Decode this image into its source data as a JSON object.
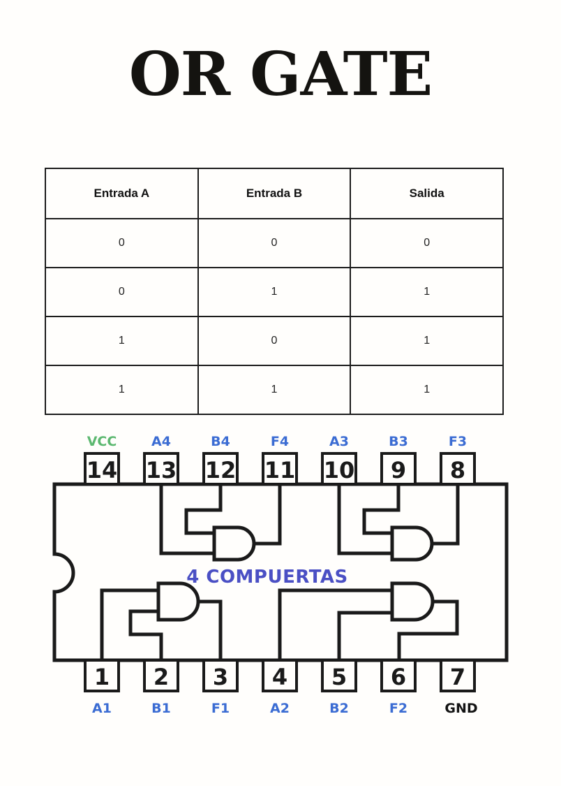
{
  "page": {
    "title": "OR GATE"
  },
  "truth_table": {
    "headers": [
      "Entrada A",
      "Entrada B",
      "Salida"
    ],
    "rows": [
      [
        "0",
        "0",
        "0"
      ],
      [
        "0",
        "1",
        "1"
      ],
      [
        "1",
        "0",
        "1"
      ],
      [
        "1",
        "1",
        "1"
      ]
    ]
  },
  "ic_diagram": {
    "center_label": "4 COMPUERTAS",
    "colors": {
      "line": "#1a1a1a",
      "signal": "#3b6cd3",
      "vcc": "#5cb870",
      "gnd": "#141414",
      "center_label": "#4a4fc4"
    },
    "top_pins": [
      {
        "number": "14",
        "label": "VCC"
      },
      {
        "number": "13",
        "label": "A4"
      },
      {
        "number": "12",
        "label": "B4"
      },
      {
        "number": "11",
        "label": "F4"
      },
      {
        "number": "10",
        "label": "A3"
      },
      {
        "number": "9",
        "label": "B3"
      },
      {
        "number": "8",
        "label": "F3"
      }
    ],
    "bottom_pins": [
      {
        "number": "1",
        "label": "A1"
      },
      {
        "number": "2",
        "label": "B1"
      },
      {
        "number": "3",
        "label": "F1"
      },
      {
        "number": "4",
        "label": "A2"
      },
      {
        "number": "5",
        "label": "B2"
      },
      {
        "number": "6",
        "label": "F2"
      },
      {
        "number": "7",
        "label": "GND"
      }
    ]
  }
}
